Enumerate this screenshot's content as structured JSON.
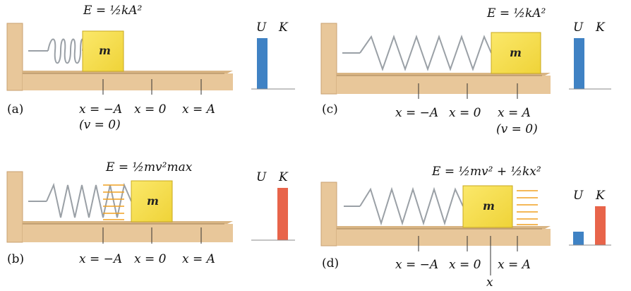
{
  "panels": [
    {
      "label": "(a)",
      "energy": "E = ½kA²",
      "marks": [
        "x = −A",
        "x = 0",
        "x = A"
      ],
      "note": "(v = 0)",
      "bars": {
        "U": 1.0,
        "K": 0.0
      }
    },
    {
      "label": "(b)",
      "energy": "E = ½mv²max",
      "marks": [
        "x = −A",
        "x = 0",
        "x = A"
      ],
      "note": "",
      "bars": {
        "U": 0.0,
        "K": 1.0
      }
    },
    {
      "label": "(c)",
      "energy": "E = ½kA²",
      "marks": [
        "x = −A",
        "x = 0",
        "x = A"
      ],
      "note": "(v = 0)",
      "bars": {
        "U": 1.0,
        "K": 0.0
      }
    },
    {
      "label": "(d)",
      "energy": "E = ½mv² + ½kx²",
      "marks": [
        "x = −A",
        "x = 0",
        "x = A"
      ],
      "note": "x",
      "bars": {
        "U": 0.25,
        "K": 0.75
      }
    }
  ],
  "mass_label": "m",
  "bar_labels": {
    "U": "U",
    "K": "K"
  },
  "colors": {
    "floor": "#e8c79a",
    "floor_dark": "#c9a272",
    "mass": "#f6df4a",
    "u_bar": "#3f82c4",
    "k_bar": "#e8644a",
    "motion_lines": "#f0a020"
  }
}
